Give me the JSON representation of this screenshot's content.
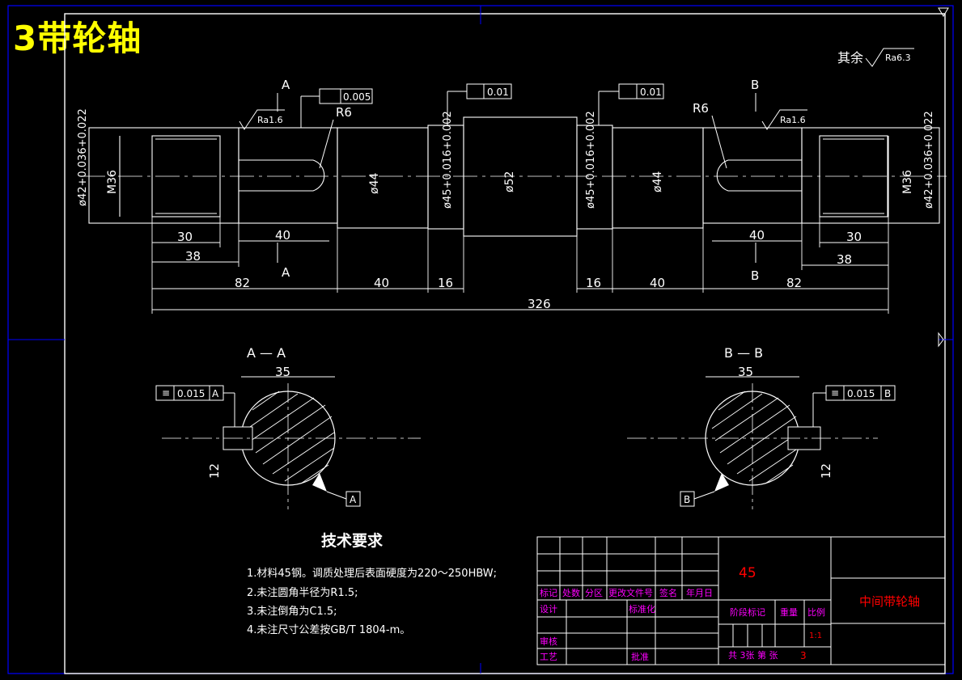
{
  "title": "3带轮轴",
  "surface_finish_default": {
    "prefix": "其余",
    "value": "Ra6.3"
  },
  "roughness": {
    "left": "Ra1.6",
    "right": "Ra1.6"
  },
  "tolerance_frames": {
    "left_runout": "0.005",
    "mid_left_runout": "0.01",
    "mid_right_runout": "0.01",
    "section_a": {
      "value": "0.015",
      "datum": "A"
    },
    "section_b": {
      "value": "0.015",
      "datum": "B"
    }
  },
  "section_marks": {
    "a": "A",
    "b": "B"
  },
  "radii": {
    "left": "R6",
    "right": "R6"
  },
  "diameters": {
    "left_end": "ø42+0.036+0.022",
    "left_thread": "M36",
    "d44_left": "ø44",
    "d45_left": "ø45+0.016+0.002",
    "d52": "ø52",
    "d45_right": "ø45+0.016+0.002",
    "d44_right": "ø44",
    "right_thread": "M36",
    "right_end": "ø42+0.036+0.022"
  },
  "lengths": {
    "l30_left": "30",
    "l38_left": "38",
    "l40_key_left": "40",
    "l82_left": "82",
    "l40_mid_left": "40",
    "l16_left": "16",
    "l16_right": "16",
    "l40_mid_right": "40",
    "l82_right": "82",
    "l40_key_right": "40",
    "l30_right": "30",
    "l38_right": "38",
    "total": "326"
  },
  "section_views": {
    "a_title": "A — A",
    "b_title": "B — B",
    "a_width": "35",
    "b_width": "35",
    "a_depth": "12",
    "b_depth": "12",
    "a_datum": "A",
    "b_datum": "B"
  },
  "tech_requirements": {
    "heading": "技术要求",
    "items": [
      "1.材料45钢。调质处理后表面硬度为220～250HBW;",
      "2.未注圆角半径为R1.5;",
      "3.未注倒角为C1.5;",
      "4.未注尺寸公差按GB/T 1804-m。"
    ]
  },
  "title_block": {
    "material": "45",
    "part_name": "中间带轮轴",
    "labels": {
      "mark": "标记",
      "count": "处数",
      "zone": "分区",
      "doc_no": "更改文件号",
      "signature": "签名",
      "date": "年月日",
      "design": "设计",
      "standardize": "标准化",
      "review": "审核",
      "process": "工艺",
      "approve": "批准",
      "stage_mark": "阶段标记",
      "weight": "重量",
      "scale": "比例",
      "scale_value": "1:1",
      "sheet_info": "共   3张 第   张",
      "sheet_num": "3"
    }
  },
  "colors": {
    "background": "#000000",
    "outline": "#ffffff",
    "border": "#0000ff",
    "title": "#ffff00",
    "labels": "#ff00ff",
    "red": "#ff0000"
  }
}
